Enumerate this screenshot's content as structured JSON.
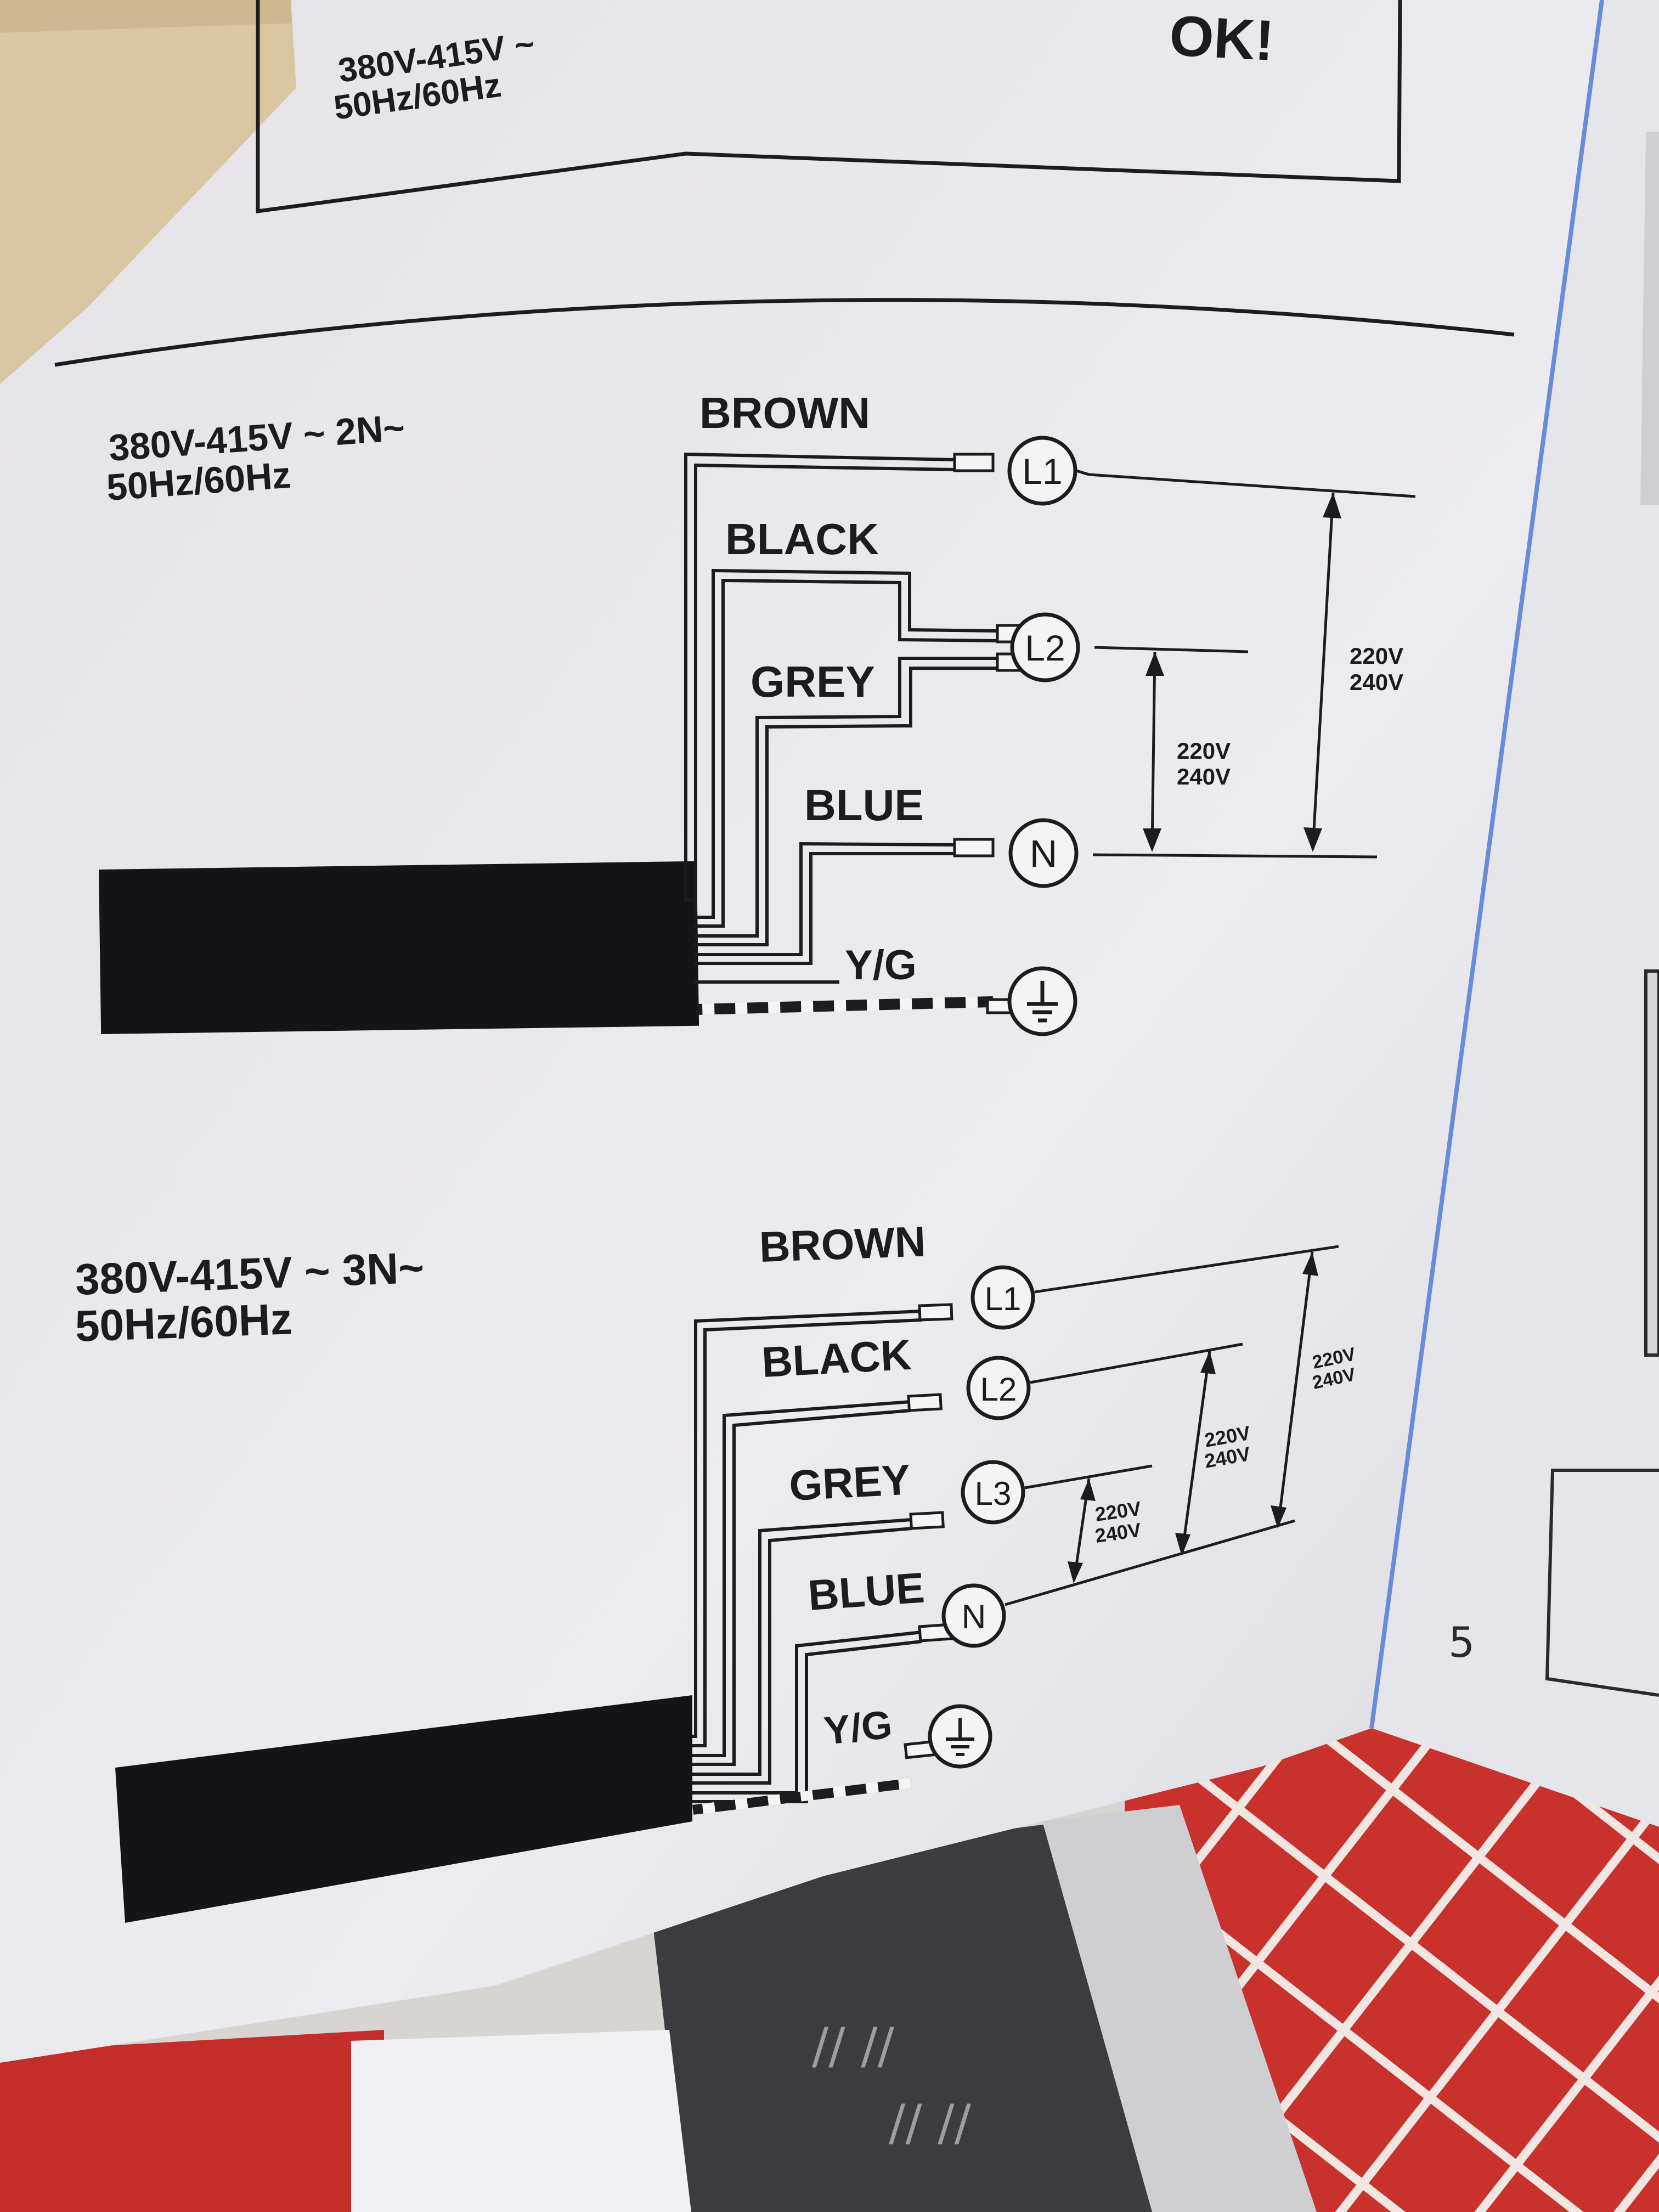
{
  "top_box": {
    "voltage": "380V-415V ~",
    "frequency": "50Hz/60Hz",
    "status": "OK!"
  },
  "diagram_2n": {
    "supply_line1": "380V-415V ~  2N~",
    "supply_line2": "50Hz/60Hz",
    "wires": {
      "brown": "BROWN",
      "black": "BLACK",
      "grey": "GREY",
      "blue": "BLUE",
      "yg": "Y/G"
    },
    "terminals": {
      "l1": "L1",
      "l2": "L2",
      "n": "N",
      "earth": "⏚"
    },
    "measurements": {
      "l2_n": [
        "220V",
        "240V"
      ],
      "l1_n": [
        "220V",
        "240V"
      ]
    }
  },
  "diagram_3n": {
    "supply_line1": "380V-415V ~  3N~",
    "supply_line2": "50Hz/60Hz",
    "wires": {
      "brown": "BROWN",
      "black": "BLACK",
      "grey": "GREY",
      "blue": "BLUE",
      "yg": "Y/G"
    },
    "terminals": {
      "l1": "L1",
      "l2": "L2",
      "l3": "L3",
      "n": "N",
      "earth": "⏚"
    },
    "measurements": {
      "l3_n": [
        "220V",
        "240V"
      ],
      "l2_n": [
        "220V",
        "240V"
      ],
      "l1_n": [
        "220V",
        "240V"
      ]
    }
  },
  "page_number": "5",
  "colors": {
    "paper": "#e9e8ec",
    "ink": "#1c1c1e",
    "table_red": "#c8312c"
  }
}
